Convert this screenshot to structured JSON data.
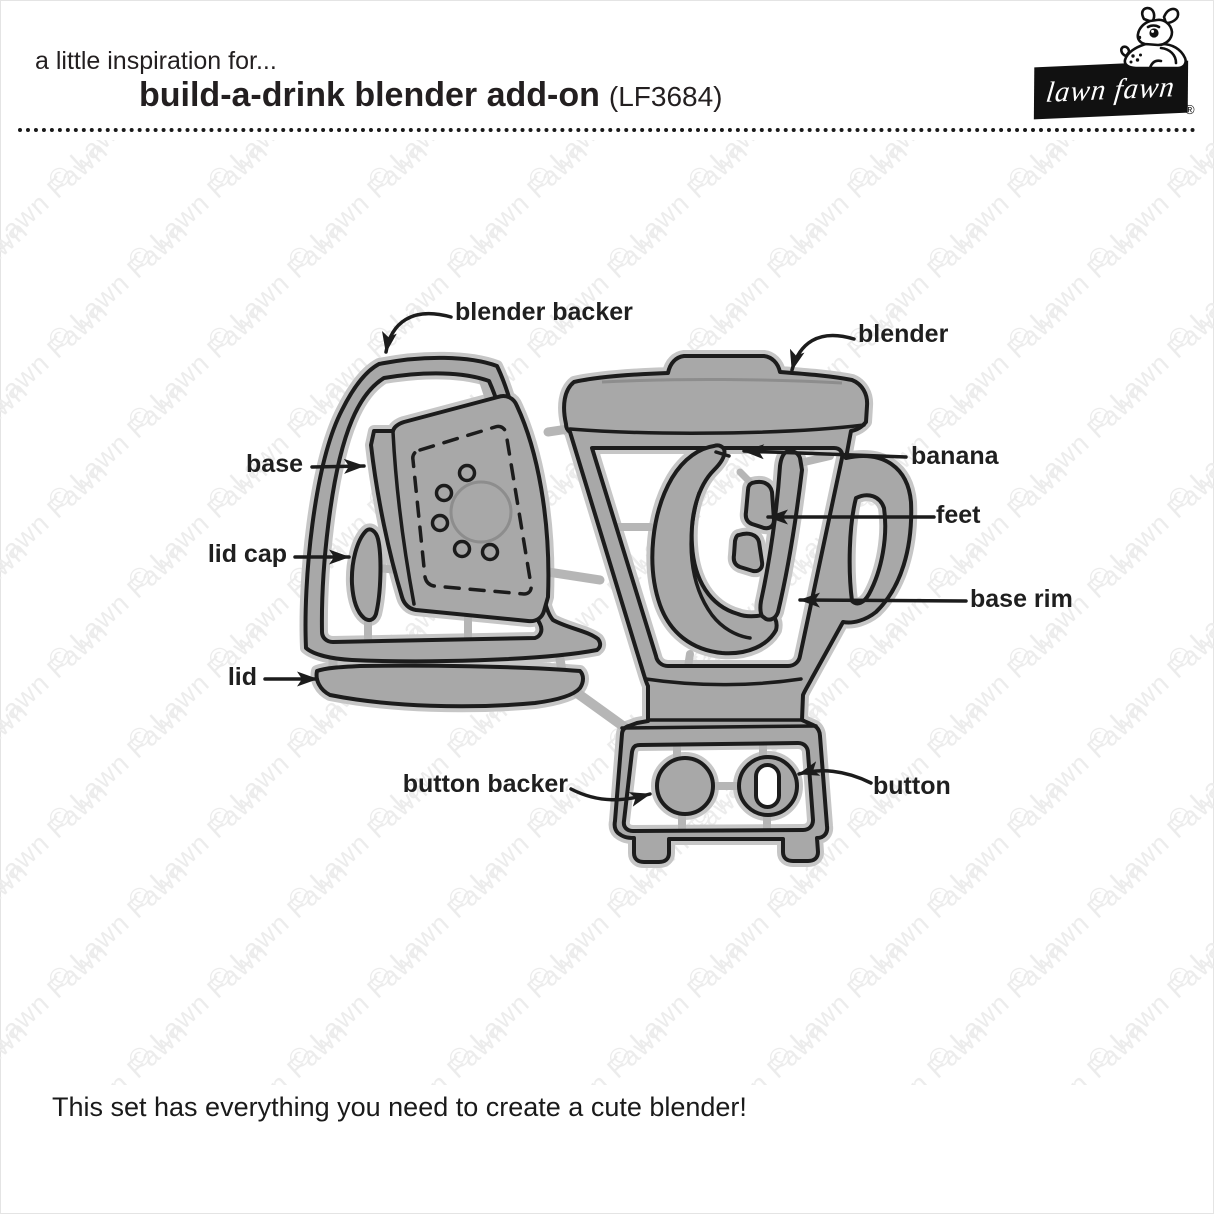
{
  "header": {
    "tagline": "a little inspiration for...",
    "title": "build-a-drink blender add-on",
    "product_code": "(LF3684)"
  },
  "logo": {
    "brand": "lawn fawn",
    "registered": "®"
  },
  "watermark": {
    "text": "© Lawn Fawn"
  },
  "diagram": {
    "labels": [
      {
        "id": "blender-backer",
        "text": "blender backer"
      },
      {
        "id": "blender",
        "text": "blender"
      },
      {
        "id": "base",
        "text": "base"
      },
      {
        "id": "banana",
        "text": "banana"
      },
      {
        "id": "feet",
        "text": "feet"
      },
      {
        "id": "lid-cap",
        "text": "lid cap"
      },
      {
        "id": "base-rim",
        "text": "base rim"
      },
      {
        "id": "lid",
        "text": "lid"
      },
      {
        "id": "button-backer",
        "text": "button backer"
      },
      {
        "id": "button",
        "text": "button"
      }
    ]
  },
  "footer": {
    "caption": "This set has everything you need to create a cute blender!"
  },
  "colors": {
    "dieFill": "#a8a8a8",
    "dieEdge": "#c6c6c6",
    "connector": "#b6b6b6",
    "outline": "#1c1c1c",
    "watermark": "#ececec",
    "text": "#231f20"
  }
}
